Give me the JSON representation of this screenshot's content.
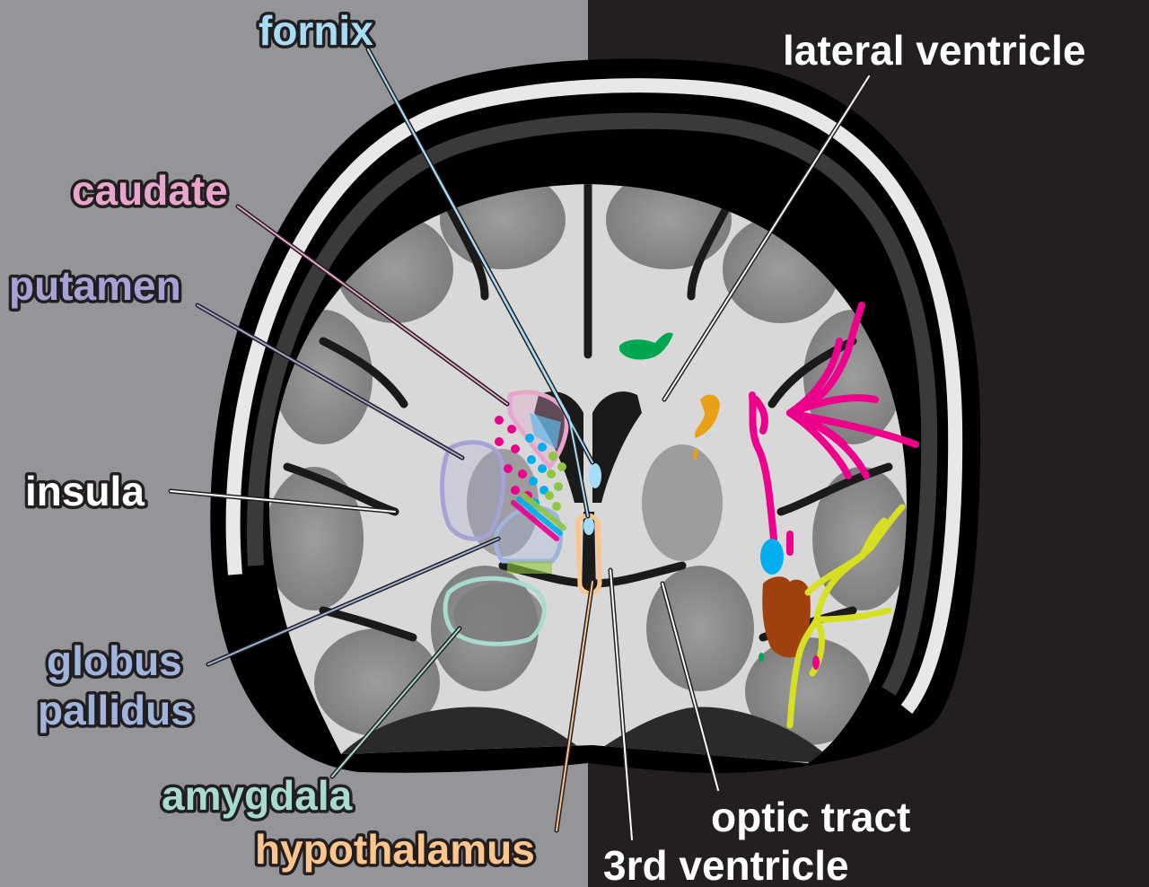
{
  "colors": {
    "left_bg": "#939598",
    "right_bg": "#231f20",
    "fornix": "#a6dcf5",
    "caudate": "#e8a6cc",
    "putamen": "#a7a2d6",
    "insula": "#ffffff",
    "globus": "#9fb3dd",
    "amygdala": "#a8dbcf",
    "hypothalamus": "#fcc58c",
    "lateral_ventricle": "#ffffff",
    "optic_tract": "#ffffff",
    "third_ventricle": "#ffffff",
    "magenta": "#ec008c",
    "green": "#00a651",
    "orange": "#e8a017",
    "blue": "#00aeef",
    "brown": "#a0410d",
    "lime": "#d7df23"
  },
  "labels": {
    "fornix": "fornix",
    "lateral_ventricle": "lateral ventricle",
    "caudate": "caudate",
    "putamen": "putamen",
    "insula": "insula",
    "globus_line1": "globus",
    "globus_line2": "pallidus",
    "amygdala": "amygdala",
    "hypothalamus": "hypothalamus",
    "optic_tract": "optic tract",
    "third_ventricle": "3rd ventricle"
  }
}
